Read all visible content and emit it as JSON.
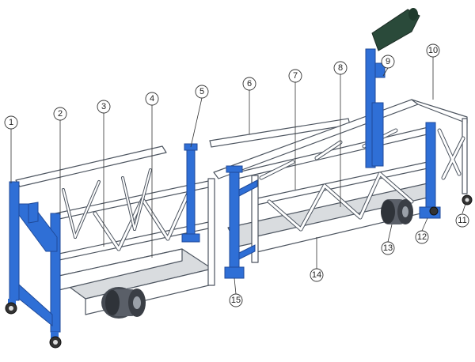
{
  "figure": {
    "callouts": [
      "1",
      "2",
      "3",
      "4",
      "5",
      "6",
      "7",
      "8",
      "9",
      "10",
      "11",
      "12",
      "13",
      "14",
      "15"
    ],
    "colors": {
      "frame": "#ffffff",
      "frame_stroke": "#4d5560",
      "accent_blue": "#2f6fd6",
      "deck": "#d9dcdf",
      "motor": "#454a52",
      "hoist_body": "#2a4a3a",
      "callout_stroke": "#333333"
    }
  }
}
